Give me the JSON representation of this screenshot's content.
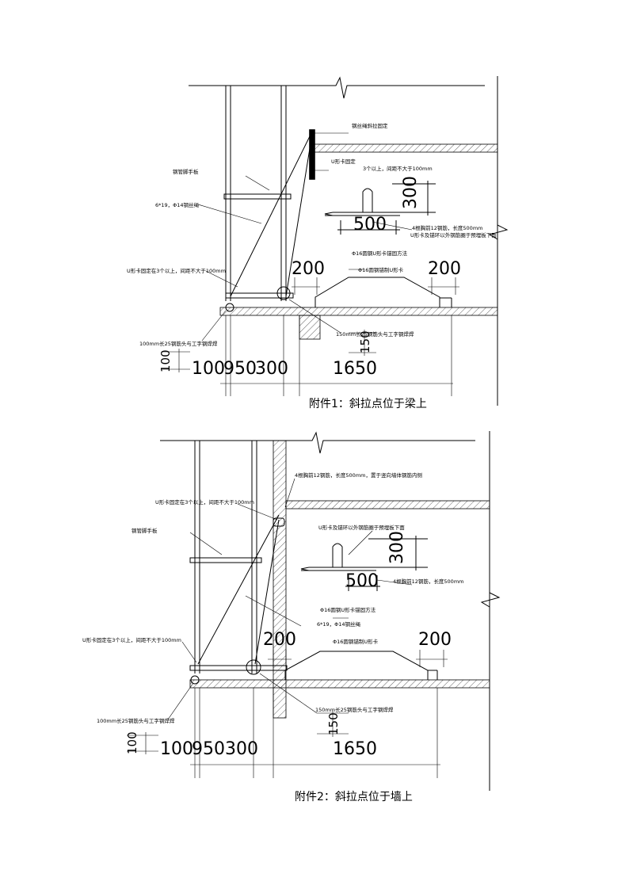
{
  "figure1": {
    "caption": "附件1：斜拉点位于梁上",
    "labels": {
      "steel_top": "钢丝绳斜拉固定",
      "scaffold_board": "钢管脚手板",
      "u_card_top": "U形卡固定",
      "u_card_note": "3个以上，间距不大于100mm",
      "rope": "6*19，Φ14钢丝绳",
      "u_card_bottom": "U形卡固定在3个以上，间距不大于100mm",
      "rebar_note1": "4根胸前12钢筋，长度500mm",
      "rebar_note2": "U形卡及锚环以外钢筋圈于预埋板下面",
      "anchor_method": "Φ16圆钢U形卡锚固方法",
      "anchor_ring": "Φ16圆钢锚制U形卡",
      "weld_bottom": "100mm长25钢筋头与工字钢焊焊",
      "weld_right": "150mm长25钢筋头与工字钢焊焊"
    },
    "dims": {
      "d300": "300",
      "d500": "500",
      "d200a": "200",
      "d200b": "200",
      "d150": "150",
      "d100": "100",
      "d100b": "100",
      "d950": "950",
      "d300b": "300",
      "d1650": "1650"
    }
  },
  "figure2": {
    "caption": "附件2：斜拉点位于墙上",
    "labels": {
      "rebar_top": "4根胸前12钢筋，长度500mm，置于竖向墙体钢筋内侧",
      "u_card_top": "U形卡固定在3个以上，间距不大于100mm",
      "scaffold_board": "钢管脚手板",
      "rebar_note2": "U形卡及锚环以外钢筋圈于预埋板下面",
      "rebar_note1": "4根胸前12钢筋，长度500mm",
      "anchor_method": "Φ16圆钢U形卡锚固方法",
      "rope": "6*19，Φ14钢丝绳",
      "u_card_bottom": "U形卡固定在3个以上，间距不大于100mm",
      "anchor_ring": "Φ16圆钢锚制U形卡",
      "weld_bottom": "100mm长25钢筋头与工字钢焊焊",
      "weld_right": "150mm长25钢筋头与工字钢焊焊"
    },
    "dims": {
      "d300": "300",
      "d500": "500",
      "d200a": "200",
      "d200b": "200",
      "d150": "150",
      "d100": "100",
      "d100b": "100",
      "d950": "950",
      "d300b": "300",
      "d1650": "1650"
    }
  }
}
